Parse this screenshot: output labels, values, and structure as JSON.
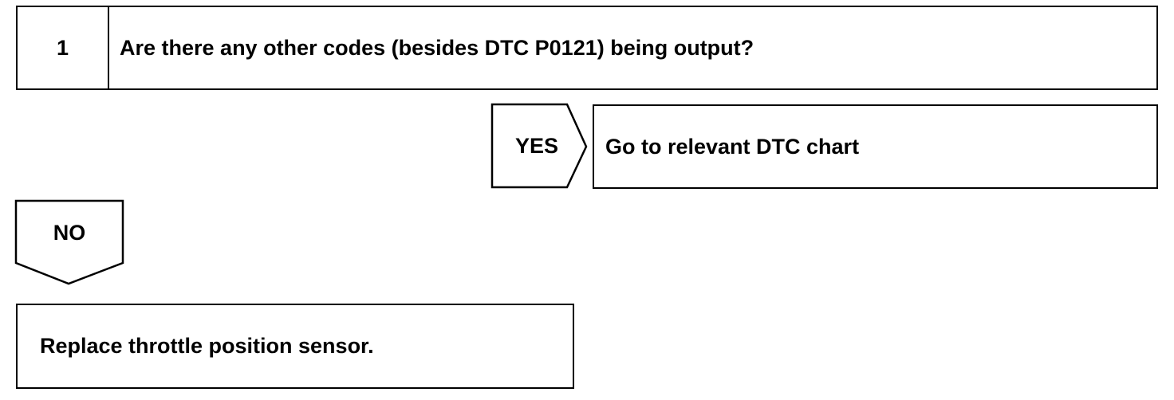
{
  "step": {
    "number": "1",
    "question": "Are there any other codes (besides DTC P0121) being output?"
  },
  "yes_branch": {
    "label": "YES",
    "action": "Go to relevant DTC chart"
  },
  "no_branch": {
    "label": "NO",
    "action": "Replace throttle position sensor."
  }
}
